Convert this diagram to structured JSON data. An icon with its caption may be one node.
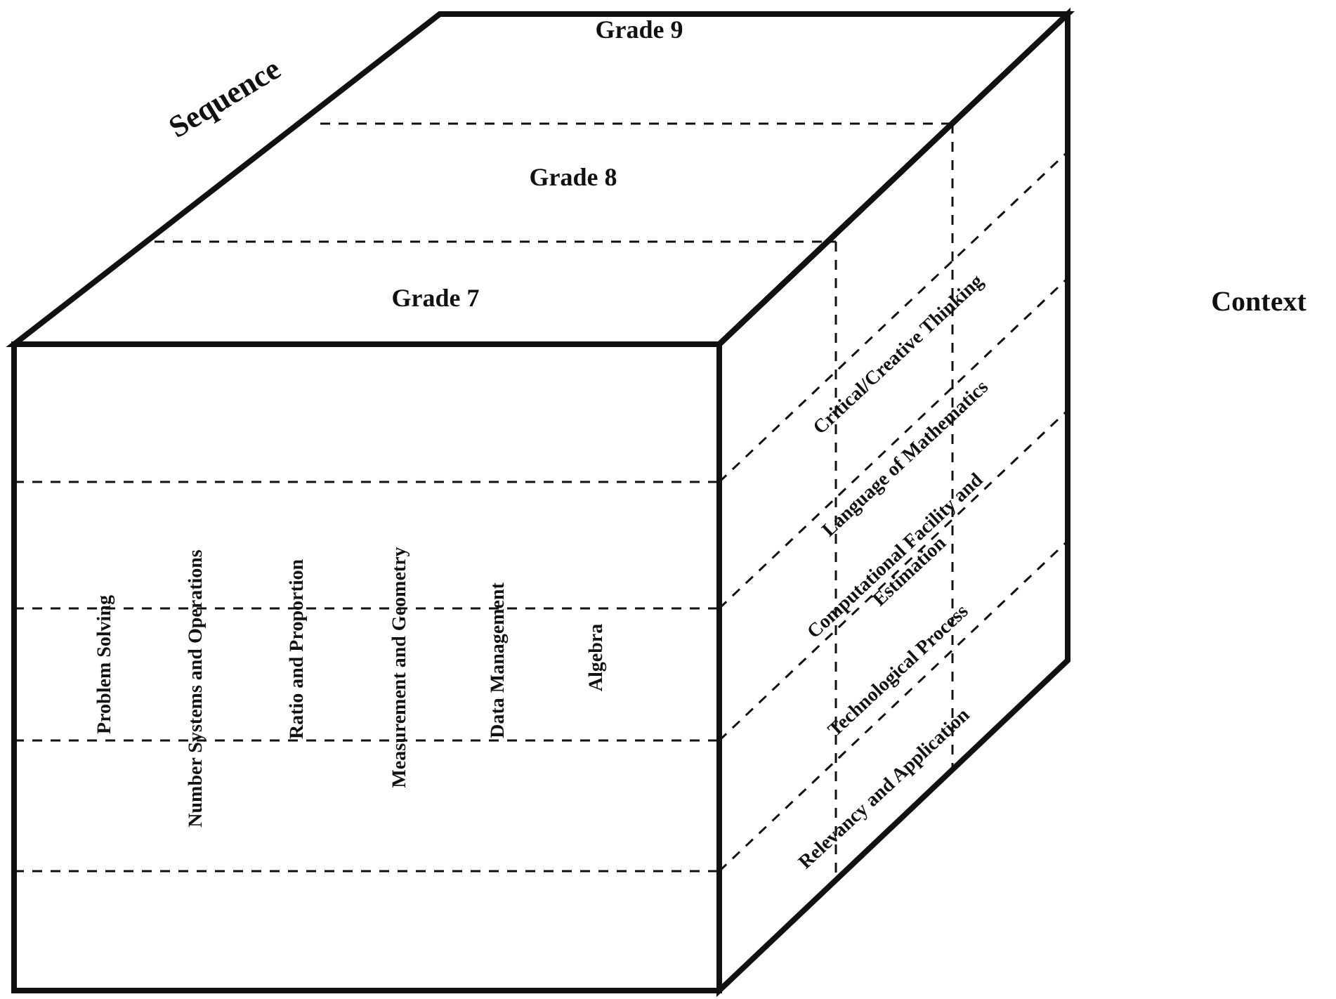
{
  "diagram": {
    "labels": [
      "Grade 9",
      "Sequence",
      "Grade 8",
      "Grade 7",
      "Context",
      "Critical/Creative Thinking",
      "Language of Mathematics",
      "Computational Facility and Estimation",
      "Problem Solving",
      "Number Systems and Operations",
      "Ratio and Proportion",
      "Measurement and Geometry",
      "Data Management",
      "Algebra",
      "Technological Process",
      "Relevancy and Application"
    ]
  }
}
